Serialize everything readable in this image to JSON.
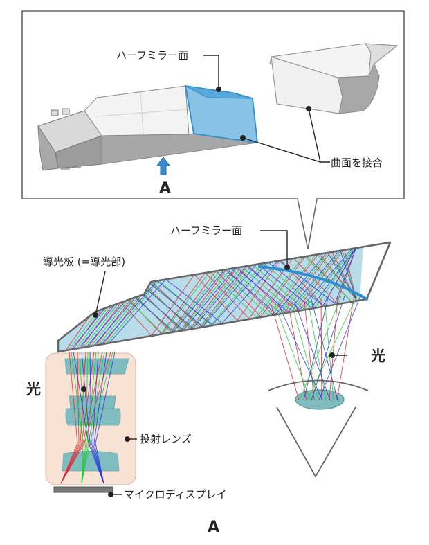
{
  "labels": {
    "half_mirror_top": "ハーフミラー面",
    "curved_bond": "曲面を接合",
    "view_a_top": "A",
    "half_mirror_bottom": "ハーフミラー面",
    "light_guide": "導光板 (=導光部)",
    "light_left": "光",
    "light_right": "光",
    "projection_lens": "投射レンズ",
    "microdisplay": "マイクロディスプレイ",
    "view_a_bottom": "A"
  },
  "colors": {
    "ray_red": "#e8202a",
    "ray_green": "#22c83a",
    "ray_blue": "#2233dd",
    "half_mirror": "#2e8fd0",
    "guide_fill": "#b9dcea",
    "lens_housing": "#f8e2d4",
    "lens_element": "#7fbcc0",
    "body_gray": "#bdbdbd",
    "outline": "#606060"
  }
}
